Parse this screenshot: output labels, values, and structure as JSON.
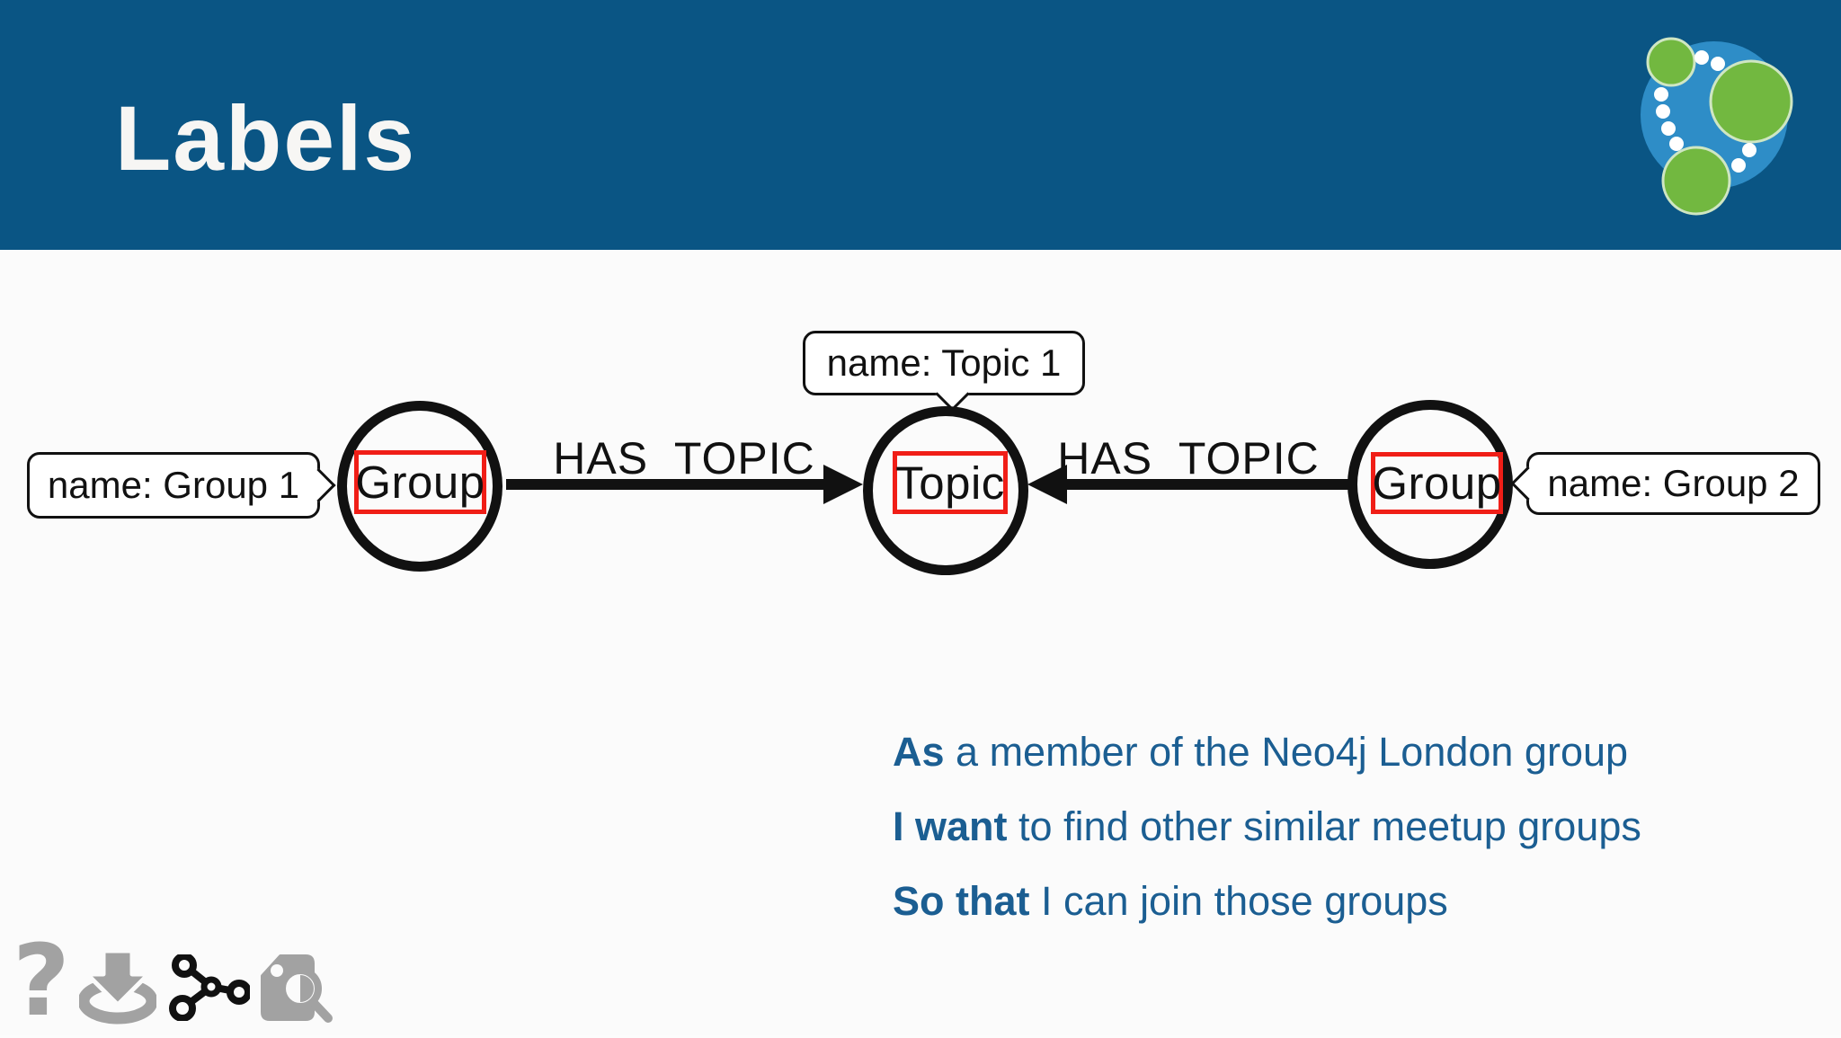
{
  "header": {
    "title": "Labels",
    "bg_color": "#0a5584",
    "logo_icon": "neo4j-logo"
  },
  "diagram": {
    "highlight_color": "#f01e17",
    "nodes": [
      {
        "id": "group1",
        "label": "Group",
        "bubble_text": "name: Group 1",
        "bubble_side": "left"
      },
      {
        "id": "topic1",
        "label": "Topic",
        "bubble_text": "name: Topic 1",
        "bubble_side": "top"
      },
      {
        "id": "group2",
        "label": "Group",
        "bubble_text": "name: Group 2",
        "bubble_side": "right"
      }
    ],
    "relationships": [
      {
        "label": "HAS_TOPIC",
        "from": "group1",
        "to": "topic1",
        "direction": "right"
      },
      {
        "label": "HAS_TOPIC",
        "from": "group2",
        "to": "topic1",
        "direction": "left"
      }
    ]
  },
  "story": {
    "color": "#1b5e92",
    "lines": [
      {
        "bold": "As",
        "rest": " a member of the Neo4j London group"
      },
      {
        "bold": "I want",
        "rest": " to find other similar meetup groups"
      },
      {
        "bold": "So that",
        "rest": " I can join those groups"
      }
    ]
  },
  "footer": {
    "icons": [
      {
        "name": "help-icon",
        "glyph": "?",
        "color": "#a2a2a2"
      },
      {
        "name": "download-icon",
        "color": "#a2a2a2"
      },
      {
        "name": "graph-icon",
        "color": "#111111"
      },
      {
        "name": "tag-search-icon",
        "color": "#a2a2a2"
      }
    ]
  }
}
